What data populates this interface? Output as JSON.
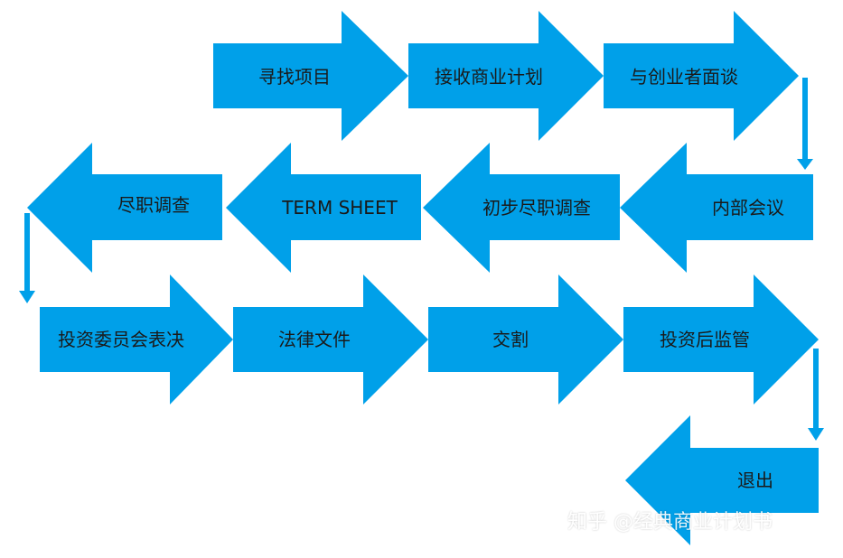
{
  "theme": {
    "arrow_color": "#00a0e9",
    "label_color": "#1a1a1a",
    "background": "#ffffff"
  },
  "steps": [
    {
      "label": "寻找项目"
    },
    {
      "label": "接收商业计划"
    },
    {
      "label": "与创业者面谈"
    },
    {
      "label": "内部会议"
    },
    {
      "label": "初步尽职调查"
    },
    {
      "label": "TERM SHEET"
    },
    {
      "label": "尽职调查"
    },
    {
      "label": "投资委员会表决"
    },
    {
      "label": "法律文件"
    },
    {
      "label": "交割"
    },
    {
      "label": "投资后监管"
    },
    {
      "label": "退出"
    }
  ],
  "watermark": {
    "text": "知乎 @经典商业计划书"
  }
}
